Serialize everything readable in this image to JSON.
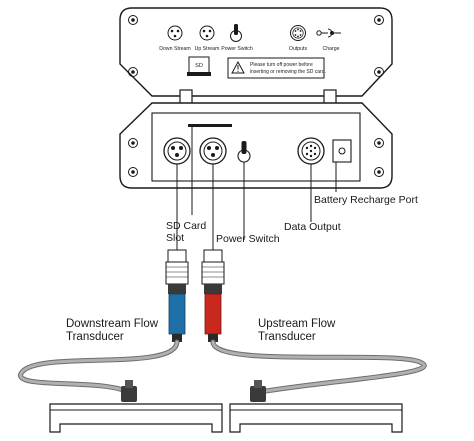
{
  "lid": {
    "downstream": "Down Stream",
    "upstream": "Up Stream",
    "power_switch": "Power Switch",
    "outputs": "Outputs",
    "charge": "Charge",
    "sd_icon_text": "SD",
    "warning_line1": "Please turn off power before",
    "warning_line2": "inserting or removing the SD card."
  },
  "callouts": {
    "sd_card_line1": "SD Card",
    "sd_card_line2": "Slot",
    "power_switch": "Power Switch",
    "data_output": "Data Output",
    "battery_recharge_port": "Battery Recharge Port"
  },
  "transducers": {
    "downstream_line1": "Downstream Flow",
    "downstream_line2": "Transducer",
    "upstream_line1": "Upstream Flow",
    "upstream_line2": "Transducer"
  },
  "colors": {
    "downstream_cable": "#1f6fa8",
    "upstream_cable": "#c8281e",
    "cable_gray": "#9a9a9a",
    "outline": "#1a1a1a"
  }
}
